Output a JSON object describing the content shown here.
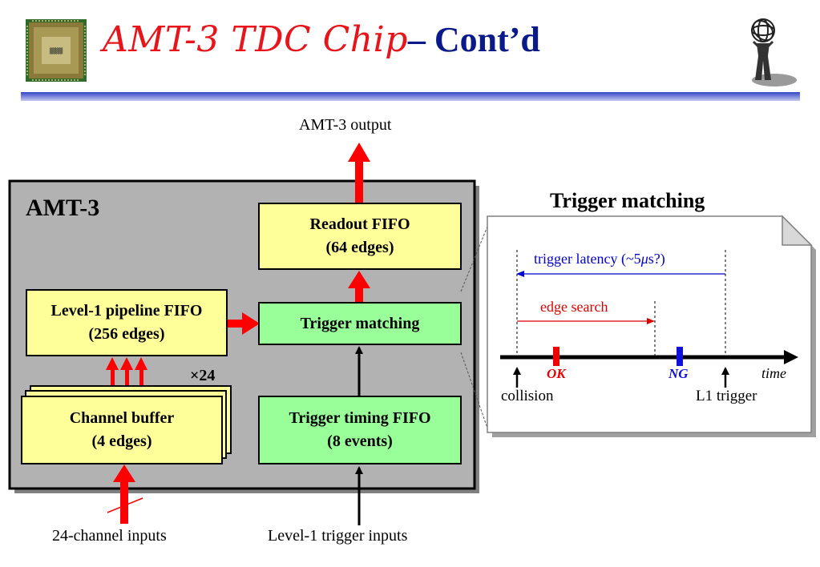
{
  "title": {
    "main": "AMT-3 TDC Chip",
    "sub": "– Cont’d"
  },
  "icons": {
    "chip": "chip-photo-icon",
    "atlas": "atlas-logo-icon"
  },
  "colors": {
    "red_arrow": "#ff0000",
    "yellow_box": "#ffff99",
    "green_box": "#99ff99",
    "chip_panel": "#b2b2b2",
    "title_red": "#e8141a",
    "title_blue": "#0b1a8a",
    "divider": "#3346c8"
  },
  "diagram": {
    "output_label": "AMT-3 output",
    "chip_label": "AMT-3",
    "readout_fifo": {
      "line1": "Readout FIFO",
      "line2": "(64 edges)"
    },
    "pipeline_fifo": {
      "line1": "Level-1 pipeline FIFO",
      "line2": "(256 edges)"
    },
    "trigger_matching": "Trigger matching",
    "channel_buffer": {
      "line1": "Channel buffer",
      "line2": "(4 edges)"
    },
    "multiplier": "×24",
    "trigger_timing_fifo": {
      "line1": "Trigger timing FIFO",
      "line2": "(8 events)"
    },
    "channel_inputs": "24-channel inputs",
    "trigger_inputs": "Level-1 trigger inputs"
  },
  "timing": {
    "heading": "Trigger matching",
    "latency": "trigger latency (~5",
    "latency_mu": "μ",
    "latency_end": "s?)",
    "edge_search": "edge search",
    "ok": "OK",
    "ng": "NG",
    "time": "time",
    "collision": "collision",
    "l1_trigger": "L1 trigger"
  }
}
